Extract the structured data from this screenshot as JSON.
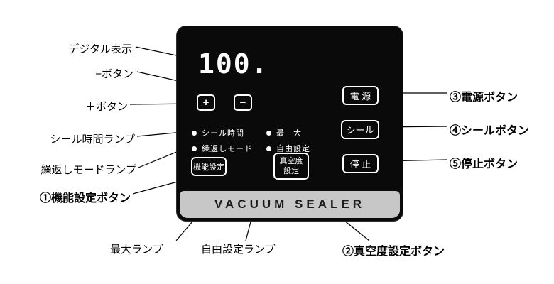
{
  "diagram": {
    "colors": {
      "panel_bg": "#0a0a0a",
      "panel_text": "#ffffff",
      "band_bg": "#c7c7c7",
      "callout_text": "#000000"
    },
    "panel": {
      "display_value": "100.",
      "plus_button": "+",
      "minus_button": "−",
      "lamps": {
        "seal_time": "シール時間",
        "repeat_mode": "繰返しモード",
        "max": "最　大",
        "free": "自由設定"
      },
      "buttons": {
        "function": "機能設定",
        "vacuum_line1": "真空度",
        "vacuum_line2": "設定",
        "power": "電 源",
        "seal": "シール",
        "stop": "停 止"
      },
      "brand": "VACUUM SEALER"
    },
    "labels": {
      "digital_display": "デジタル表示",
      "minus_button": "−ボタン",
      "plus_button": "＋ボタン",
      "seal_time_lamp": "シール時間ランプ",
      "repeat_mode_lamp": "繰返しモードランプ",
      "function_button": "①機能設定ボタン",
      "power_button": "③電源ボタン",
      "seal_button": "④シールボタン",
      "stop_button": "⑤停止ボタン",
      "max_lamp": "最大ランプ",
      "free_lamp": "自由設定ランプ",
      "vacuum_button": "②真空度設定ボタン"
    }
  }
}
